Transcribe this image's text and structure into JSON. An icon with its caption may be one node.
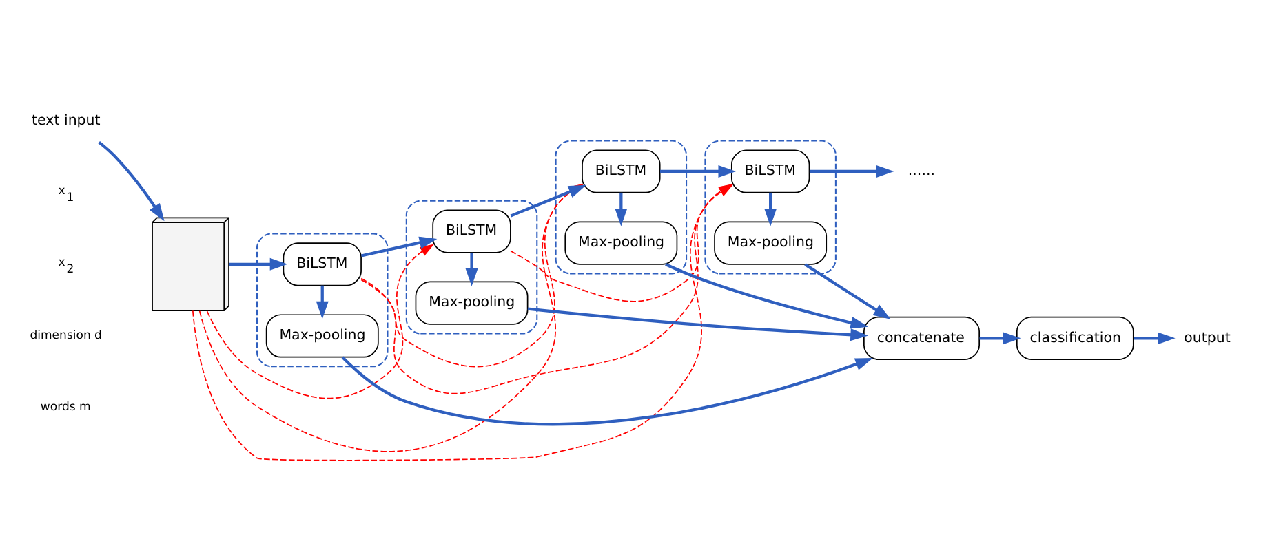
{
  "diagram": {
    "nodes": [
      {
        "text": [],
        "shape": "picture"
      },
      {
        "text": [
          "text input"
        ]
      },
      {
        "text": [],
        "shape": "box"
      },
      {
        "text": [
          "BiLSTM"
        ],
        "in": 2
      },
      {
        "text": [
          "Max-pooling"
        ],
        "in": 2
      },
      {
        "text": [],
        "shape": "box"
      },
      {
        "text": [
          "BiLSTM"
        ],
        "in": 5
      },
      {
        "text": [
          "Max-pooling"
        ],
        "in": 5
      },
      {
        "text": [],
        "shape": "box"
      },
      {
        "text": [
          "BiLSTM"
        ],
        "in": 8
      },
      {
        "text": [
          "Max-pooling"
        ],
        "in": 8
      },
      {
        "text": [],
        "shape": "box"
      },
      {
        "text": [
          "BiLSTM"
        ],
        "in": 11
      },
      {
        "text": [
          "Max-pooling"
        ],
        "in": 11
      },
      {
        "text": [
          "concatenate"
        ]
      },
      {
        "text": [
          "classification"
        ]
      },
      {
        "text": [
          "output"
        ]
      },
      {
        "text": [
          "......"
        ]
      }
    ],
    "edges": [
      {
        "from": 1,
        "to": 0,
        "arrow": "to"
      },
      {
        "from": 0,
        "to": 3,
        "arrow": "to"
      },
      {
        "from": 3,
        "to": 6,
        "arrow": "to"
      },
      {
        "from": 6,
        "to": 9,
        "arrow": "to"
      },
      {
        "from": 9,
        "to": 12,
        "arrow": "to"
      },
      {
        "from": 12,
        "to": 17,
        "arrow": "to"
      },
      {
        "from": 3,
        "to": 4,
        "arrow": "to"
      },
      {
        "from": 6,
        "to": 7,
        "arrow": "to"
      },
      {
        "from": 9,
        "to": 10,
        "arrow": "to"
      },
      {
        "from": 12,
        "to": 13,
        "arrow": "to"
      },
      {
        "from": 4,
        "to": 14,
        "arrow": "to"
      },
      {
        "from": 7,
        "to": 14,
        "arrow": "to"
      },
      {
        "from": 10,
        "to": 14,
        "arrow": "to"
      },
      {
        "from": 13,
        "to": 14,
        "arrow": "to"
      },
      {
        "from": 14,
        "to": 15,
        "arrow": "to"
      },
      {
        "from": 15,
        "to": 16,
        "arrow": "to"
      },
      {
        "from": 0,
        "to": 6,
        "arrow": "to",
        "style": "dashed",
        "color": "#ff0000"
      },
      {
        "from": 0,
        "to": 9,
        "arrow": "to",
        "style": "dashed",
        "color": "#ff0000"
      },
      {
        "from": 0,
        "to": 12,
        "arrow": "to",
        "style": "dashed",
        "color": "#ff0000"
      },
      {
        "from": 3,
        "to": 9,
        "arrow": "to",
        "style": "dashed",
        "color": "#ff0000"
      },
      {
        "from": 3,
        "to": 12,
        "arrow": "to",
        "style": "dashed",
        "color": "#ff0000"
      },
      {
        "from": 6,
        "to": 12,
        "arrow": "to",
        "style": "dashed",
        "color": "#ff0000"
      }
    ],
    "labels": [
      "x$_{1}$",
      "x$_{2}$",
      "dimension d",
      "words m"
    ]
  }
}
